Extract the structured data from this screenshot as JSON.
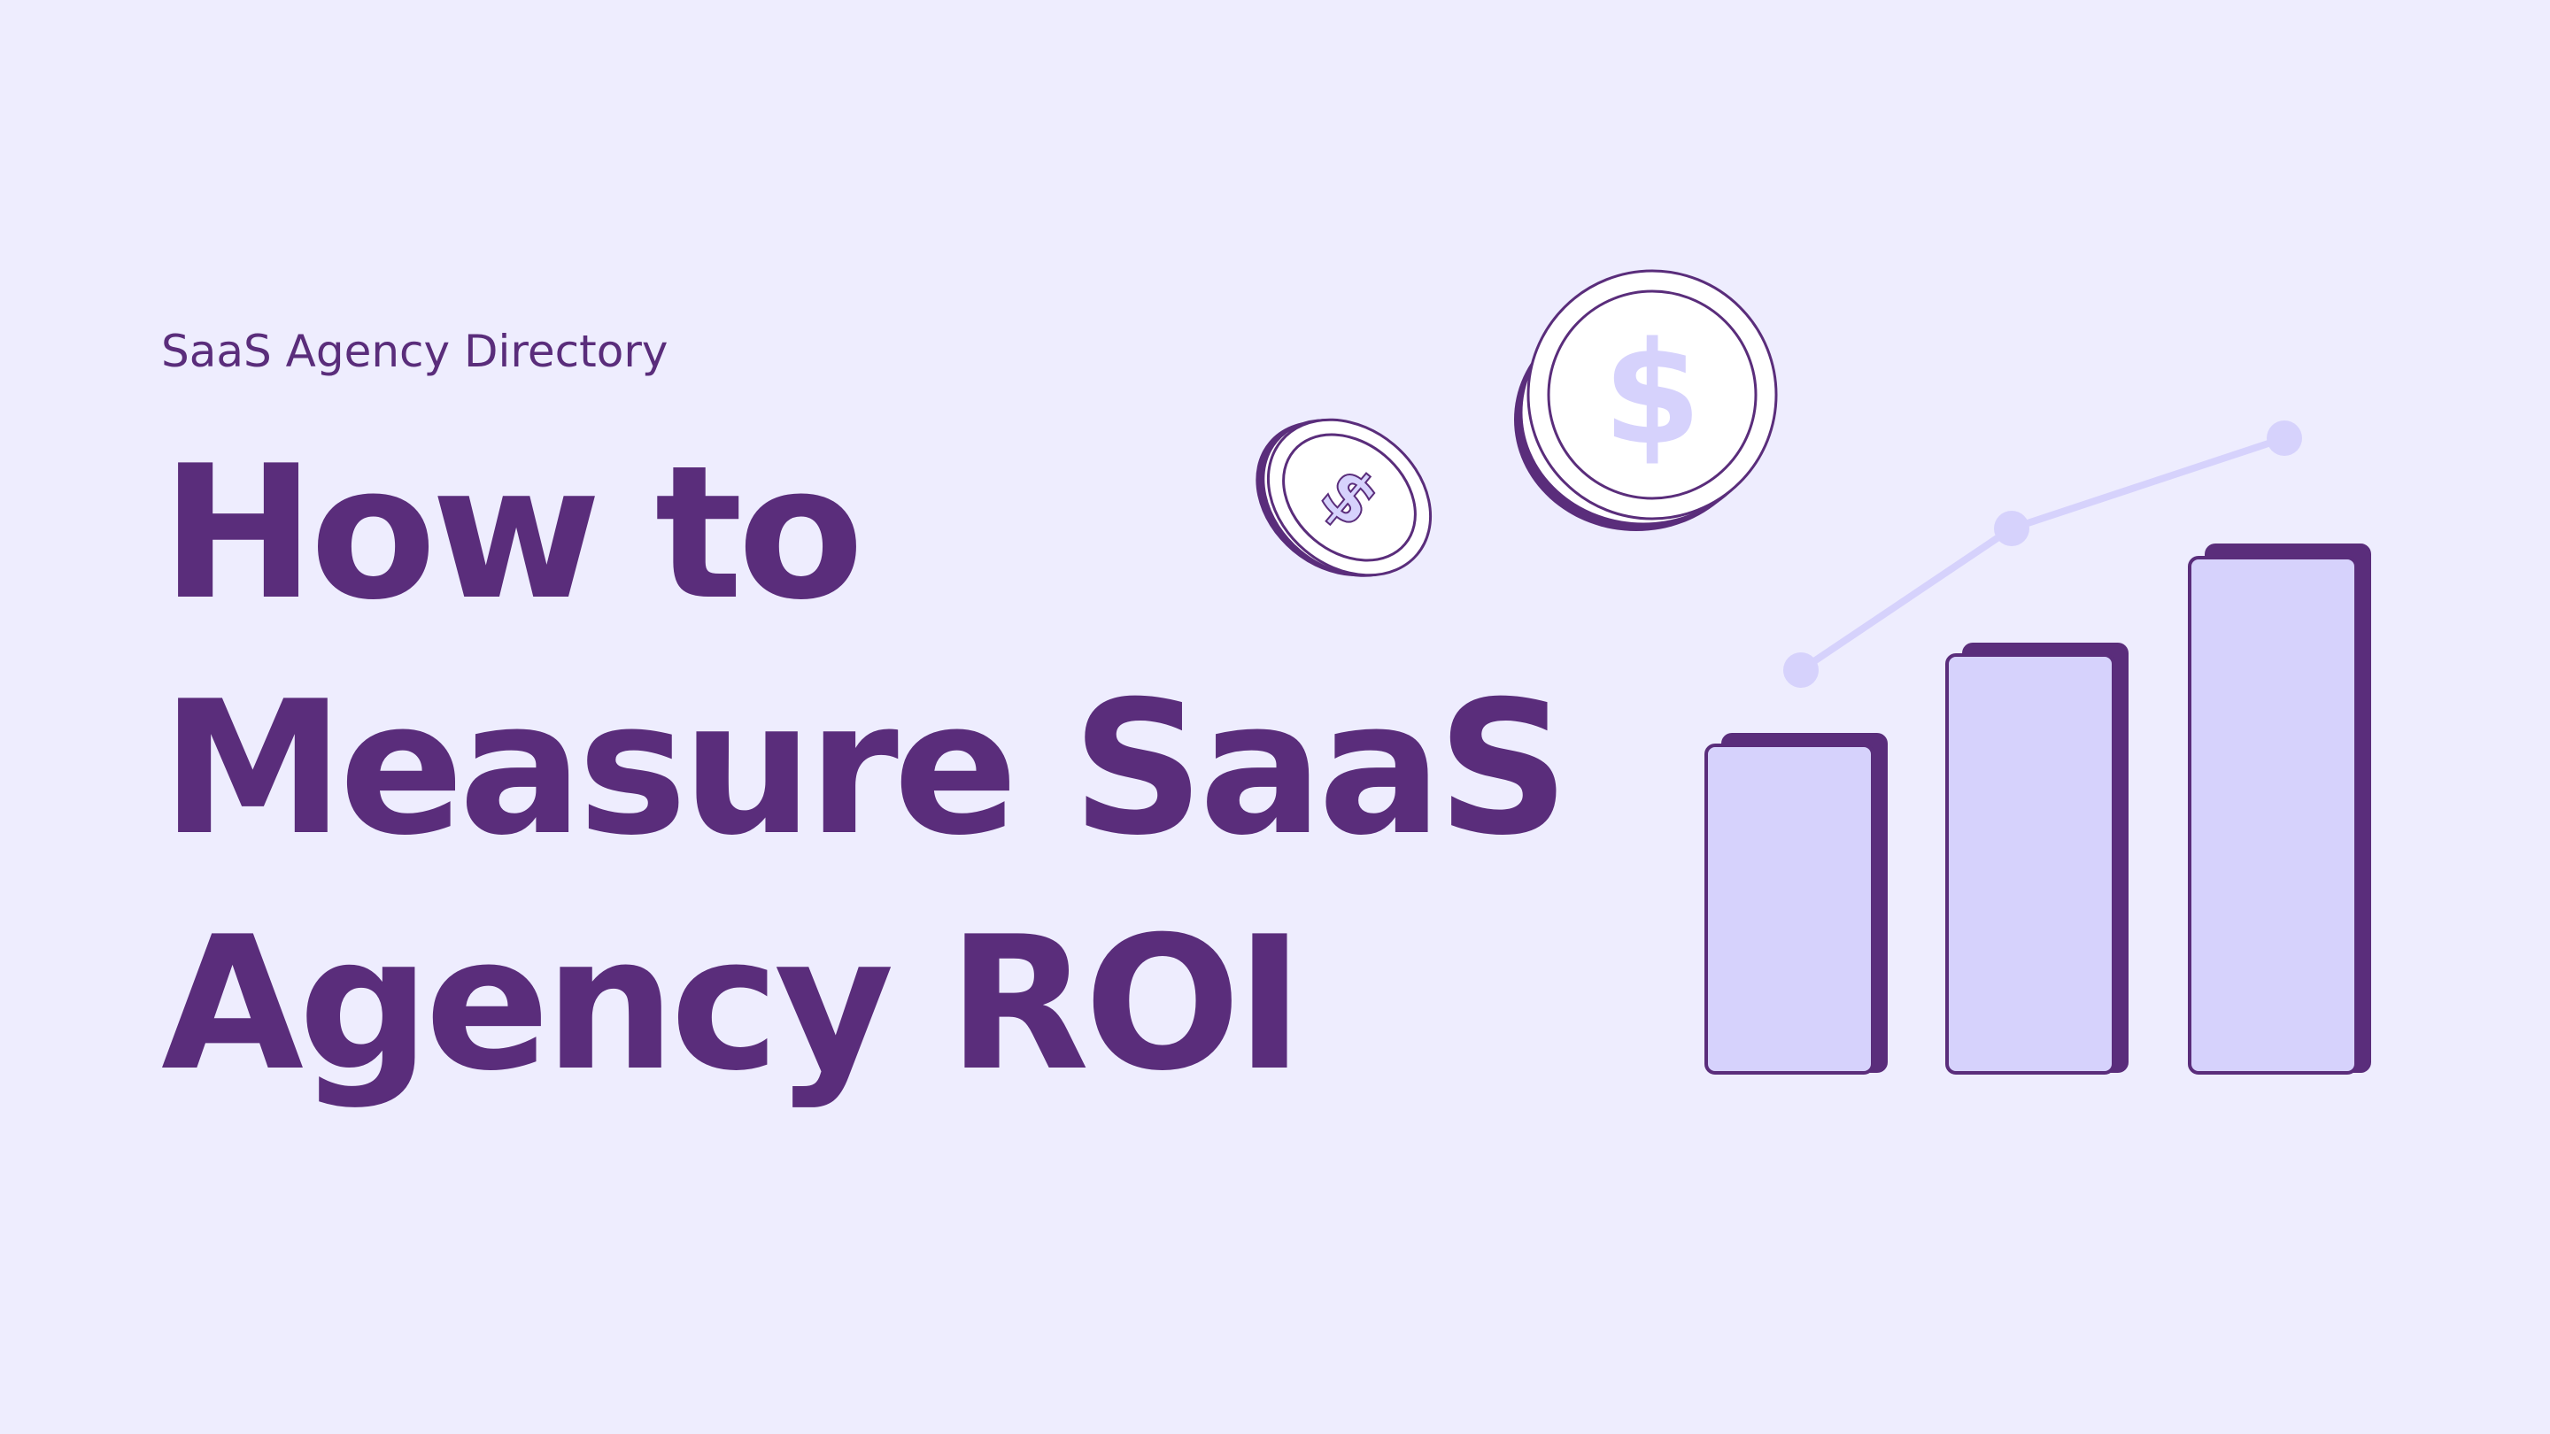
{
  "brand": {
    "label": "SaaS Agency Directory"
  },
  "headline": {
    "lines": [
      "How to",
      "Measure SaaS",
      "Agency ROI"
    ]
  },
  "illustration": {
    "icons": [
      "coin-small-icon",
      "coin-large-icon",
      "bar-chart-icon",
      "trend-line-icon"
    ],
    "coin_symbol": "$"
  },
  "colors": {
    "background": "#eeedfe",
    "primary": "#5a2d7b",
    "accent_light": "#d6d2fc",
    "white": "#ffffff"
  }
}
